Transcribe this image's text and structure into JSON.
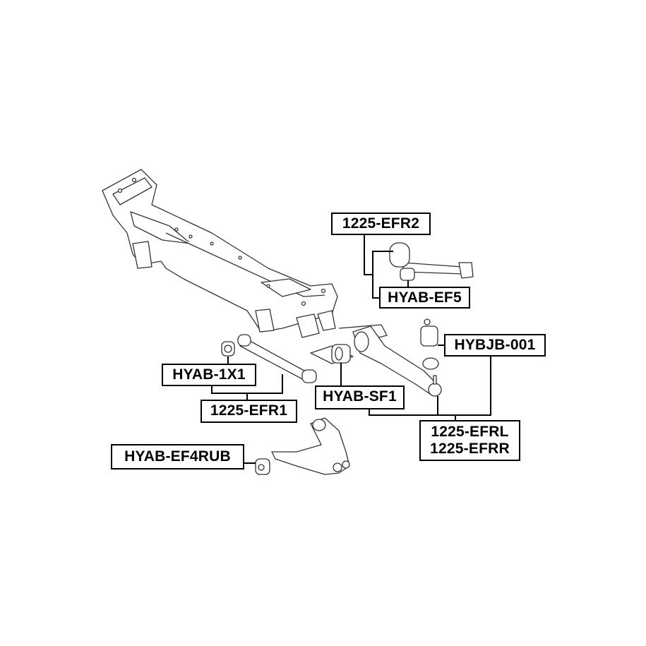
{
  "labels": {
    "efr2": "1225-EFR2",
    "ef5": "HYAB-EF5",
    "hybjb": "HYBJB-001",
    "x1": "HYAB-1X1",
    "efr1": "1225-EFR1",
    "sf1": "HYAB-SF1",
    "efrl": "1225-EFRL",
    "efrr": "1225-EFRR",
    "ef4rub": "HYAB-EF4RUB"
  },
  "colors": {
    "line": "#000000",
    "part_stroke": "#333333",
    "background": "#ffffff"
  }
}
